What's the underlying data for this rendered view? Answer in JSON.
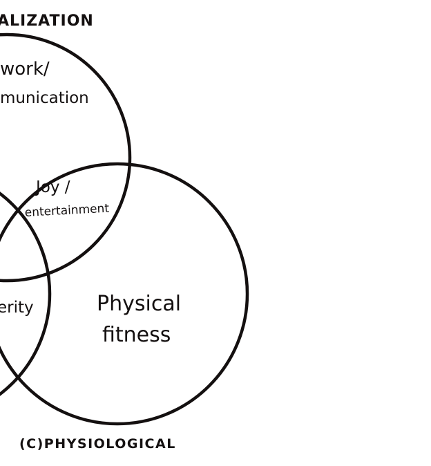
{
  "diagram": {
    "header_label": "ALIZATION",
    "footer_label": "(C)PHYSIOLOGICAL",
    "regions": {
      "work_communication_line1": "work/",
      "work_communication_line2": "munication",
      "joy_line1": "Joy /",
      "joy_line2": "entertainment",
      "security_partial": "erity",
      "physical_line1": "Physical",
      "physical_line2": "fitness"
    },
    "colors": {
      "ink": "#141010",
      "paper": "#ffffff"
    }
  }
}
